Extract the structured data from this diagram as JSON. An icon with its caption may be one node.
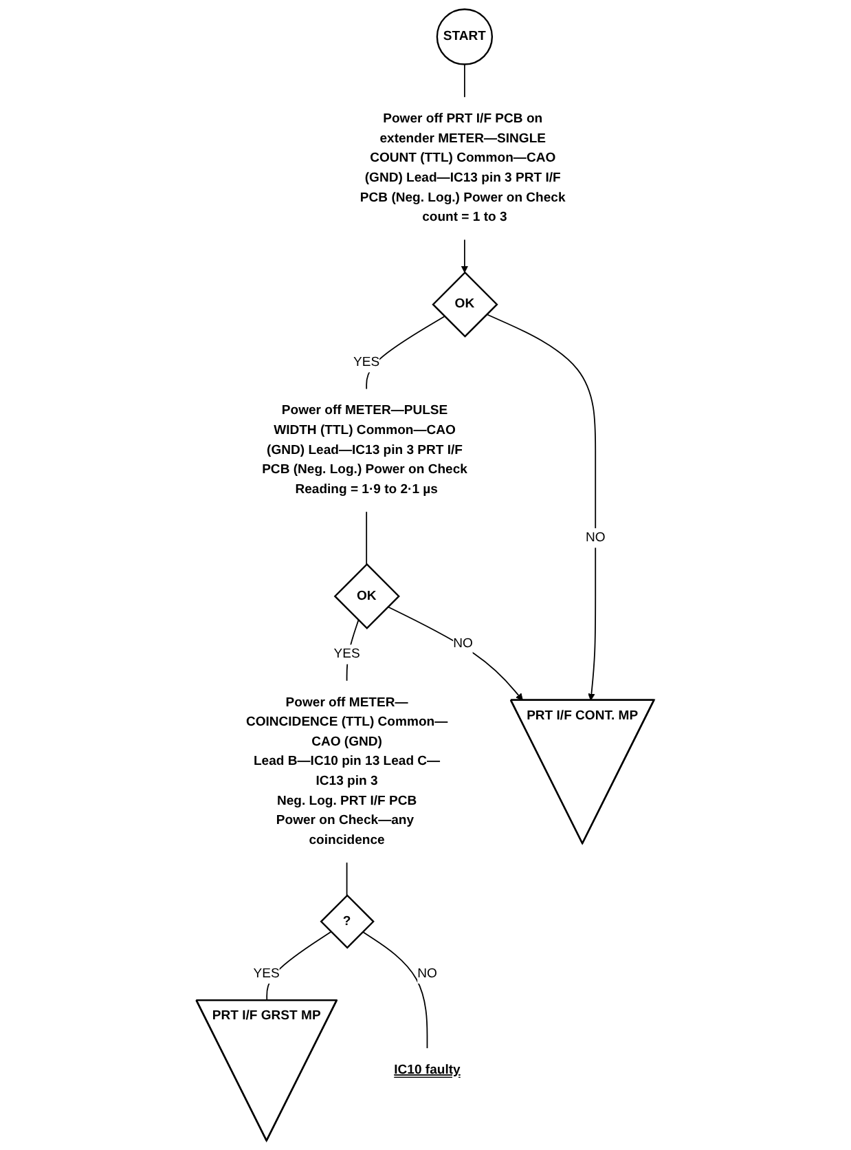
{
  "diagram": {
    "nodes": [
      {
        "text": [
          "START"
        ]
      },
      {
        "text": [
          "Power off PRT I/F PCB on extender METER—SINGLE COUNT (TTL) Common—CAO (GND) Lead—IC13 pin 3 PRT I/F PCB (Neg. Log.) Power on Check count = 1 to 3"
        ]
      },
      {
        "text": [
          "OK"
        ]
      },
      {
        "text": [
          "Power off METER—PULSE WIDTH (TTL) Common—CAO (GND) Lead—IC13 pin 3 PRT I/F PCB (Neg. Log.) Power on Check Reading = 1·9 to 2·1 µs"
        ]
      },
      {
        "text": [
          "OK"
        ]
      },
      {
        "text": [
          "Power off METER—COINCIDENCE (TTL) Common—CAO (GND)",
          "Lead B—IC10 pin 13 Lead C—IC13 pin 3",
          "Neg. Log. PRT I/F PCB",
          "Power on Check—any coincidence"
        ]
      },
      {
        "text": [
          "?"
        ]
      },
      {
        "text": [
          "PRT I/F GRST MP"
        ]
      },
      {
        "text": [
          "IC10 faulty"
        ]
      },
      {
        "text": [
          "PRT I/F CONT. MP"
        ]
      }
    ],
    "edges": [
      {
        "from": 0,
        "to": 1,
        "arrow": "none"
      },
      {
        "from": 1,
        "to": 2,
        "arrow": "to"
      },
      {
        "from": 2,
        "to": 3,
        "label": "YES",
        "arrow": "none"
      },
      {
        "from": 2,
        "to": 9,
        "label": "NO",
        "arrow": "to"
      },
      {
        "from": 3,
        "to": 4,
        "arrow": "none"
      },
      {
        "from": 4,
        "to": 5,
        "label": "YES",
        "arrow": "none"
      },
      {
        "from": 4,
        "to": 9,
        "label": "NO",
        "arrow": "to"
      },
      {
        "from": 5,
        "to": 6,
        "arrow": "none"
      },
      {
        "from": 6,
        "to": 7,
        "label": "YES",
        "arrow": "none"
      },
      {
        "from": 6,
        "to": 8,
        "label": "NO",
        "arrow": "none"
      }
    ]
  }
}
